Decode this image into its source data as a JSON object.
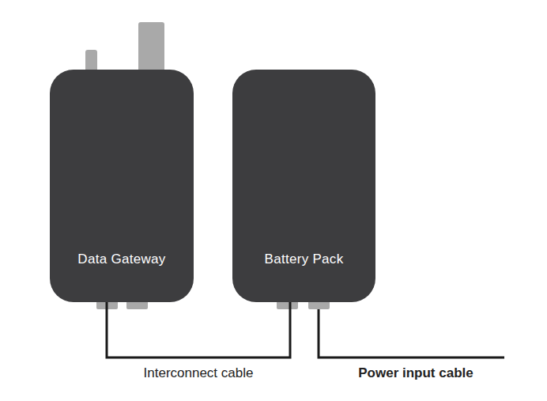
{
  "diagram": {
    "nodes": [
      {
        "text": [
          "Data Gateway"
        ]
      },
      {
        "text": [
          "Battery Pack"
        ]
      }
    ],
    "edges": [
      {
        "from": 0,
        "to": 1,
        "arrow": "none",
        "label": "Interconnect cable"
      }
    ],
    "labels": [
      "Power input cable"
    ]
  }
}
